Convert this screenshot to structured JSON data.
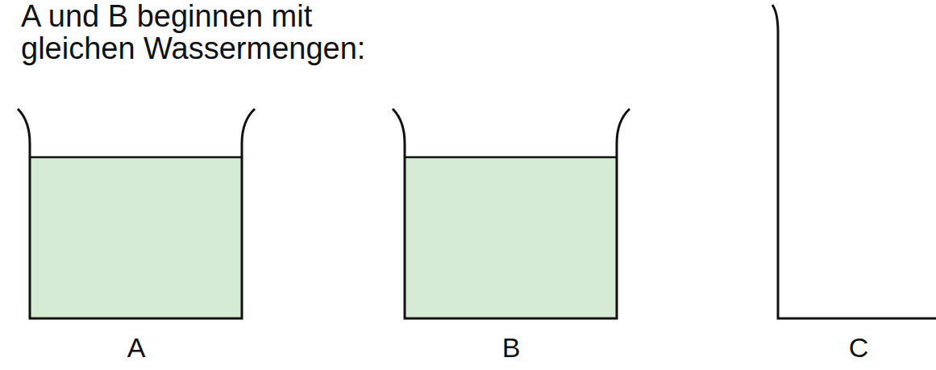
{
  "diagram": {
    "title": "A und B beginnen mit gleichen Wassermengen:",
    "labels": [
      "A",
      "B",
      "C"
    ]
  }
}
